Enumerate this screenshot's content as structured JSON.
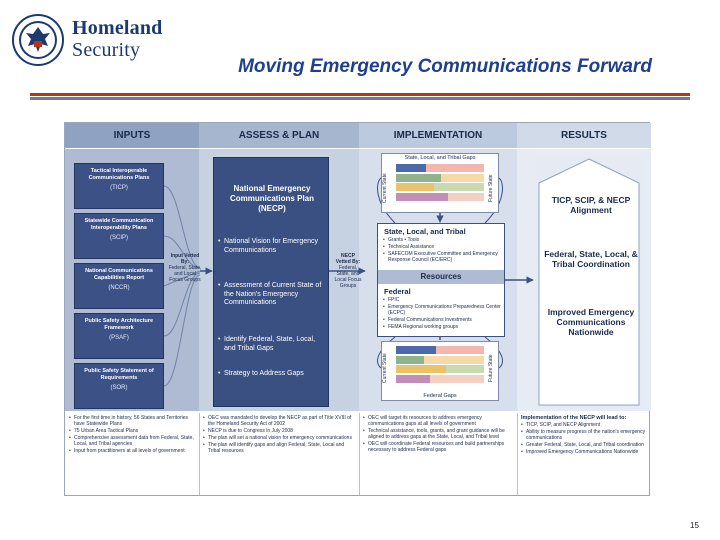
{
  "logo": {
    "line1": "Homeland",
    "line2": "Security"
  },
  "title": "Moving Emergency Communications Forward",
  "page_number": "15",
  "colors": {
    "navy": "#3b5082",
    "accent_rule": "#b5351e",
    "column_header": "#8fa2c2"
  },
  "columns": {
    "inputs": "INPUTS",
    "assess": "ASSESS & PLAN",
    "implementation": "IMPLEMENTATION",
    "results": "RESULTS"
  },
  "inputs": [
    {
      "name": "Tactical Interoperable Communications Plans",
      "abbr": "(TICP)"
    },
    {
      "name": "Statewide Communication Interoperability Plans",
      "abbr": "(SCIP)"
    },
    {
      "name": "National Communications Capabilities Report",
      "abbr": "(NCCR)"
    },
    {
      "name": "Public Safety Architecture Framework",
      "abbr": "(PSAF)"
    },
    {
      "name": "Public Safety Statement of Requirements",
      "abbr": "(SOR)"
    }
  ],
  "vetting_1": {
    "title": "Input Vetted By:",
    "text": "Federal, State, and Local Focus Groups"
  },
  "vetting_2": {
    "title": "NECP Vetted By:",
    "text": "Federal, State, and Local Focus Groups"
  },
  "plan": {
    "title": "National Emergency Communications Plan (NECP)",
    "items": [
      "National Vision for Emergency Communications",
      "Assessment of Current State of the Nation's Emergency Communications",
      "Identify Federal, State, Local, and Tribal Gaps",
      "Strategy to Address Gaps"
    ]
  },
  "implementation": {
    "top_gaps_label": "State, Local, and Tribal Gaps",
    "bottom_gaps_label": "Federal Gaps",
    "current_state": "Current State",
    "future_state": "Future State",
    "state_title": "State, Local, and Tribal",
    "state_items": [
      "Grants    • Tools",
      "Technical Assistance",
      "SAFECOM Executive Committee and Emergency Response Council (EC/ERC)"
    ],
    "resources": "Resources",
    "federal_title": "Federal",
    "federal_items": [
      "FPIC",
      "Emergency Communications Preparedness Center (ECPC)",
      "Federal Communications Investments",
      "FEMA Regional working groups"
    ]
  },
  "results": [
    "TICP, SCIP, & NECP Alignment",
    "Federal, State, Local, & Tribal Coordination",
    "Improved Emergency Communications Nationwide"
  ],
  "bottom": {
    "inputs_items": [
      "For the first time in history, 56 States and Territories have Statewide Plans",
      "75 Urban Area Tactical Plans",
      "Comprehensive assessment data from Federal, State, Local, and Tribal agencies",
      "Input from practitioners at all levels of government"
    ],
    "assess_items": [
      "OEC was mandated to develop the NECP as part of Title XVIII of the Homeland Security Act of 2002",
      "NECP is due to Congress in July 2008",
      "The plan will set a national vision for emergency communications",
      "The plan will identify gaps and align Federal, State, Local and Tribal resources"
    ],
    "implementation_items": [
      "OEC will target its resources to address emergency communications gaps at all levels of government",
      "Technical assistance, tools, grants, and grant guidance will be aligned to address gaps at the State, Local, and Tribal level",
      "OEC will coordinate Federal resources and build partnerships necessary to address Federal gaps"
    ],
    "results_title": "Implementation of the NECP will lead to:",
    "results_items": [
      "TICP, SCIP, and NECP Alignment",
      "Ability to measure progress of the nation's emergency communications",
      "Greater Federal, State, Local, and Tribal coordination",
      "Improved Emergency Communications Nationwide"
    ]
  }
}
